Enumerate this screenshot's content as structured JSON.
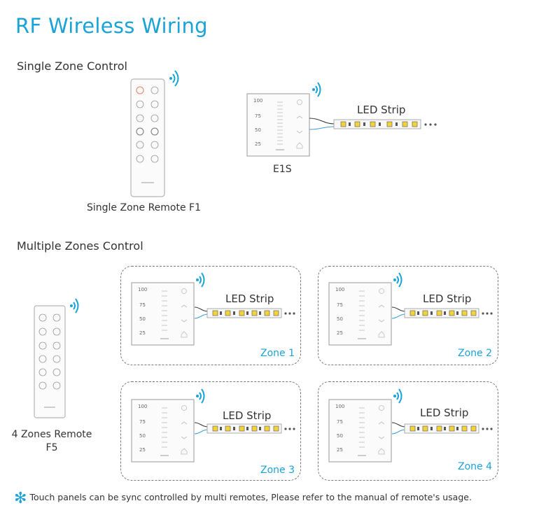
{
  "title": "RF Wireless Wiring",
  "single": {
    "heading": "Single Zone Control",
    "remote_caption": "Single Zone Remote F1",
    "panel_caption": "E1S",
    "strip_label": "LED Strip"
  },
  "multiple": {
    "heading": "Multiple Zones Control",
    "remote_caption_line1": "4 Zones Remote",
    "remote_caption_line2": "F5",
    "zones": [
      {
        "label": "Zone 1",
        "strip_label": "LED Strip"
      },
      {
        "label": "Zone 2",
        "strip_label": "LED Strip"
      },
      {
        "label": "Zone 3",
        "strip_label": "LED Strip"
      },
      {
        "label": "Zone 4",
        "strip_label": "LED Strip"
      }
    ]
  },
  "panel_scale": [
    "100",
    "75",
    "50",
    "25"
  ],
  "footer_note": "Touch panels can be sync controlled by multi remotes, Please refer to the manual of remote's usage.",
  "colors": {
    "accent": "#1ba3d8",
    "led_yellow": "#f2d33b",
    "wire_blue": "#3aa0d8"
  }
}
